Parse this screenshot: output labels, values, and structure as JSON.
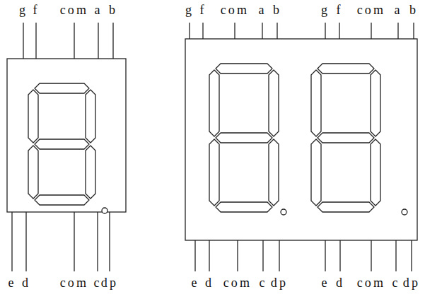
{
  "diagram": {
    "labels": [
      "g",
      "f",
      "com",
      "a",
      "b",
      "g",
      "f",
      "com",
      "a",
      "b",
      "g",
      "f",
      "com",
      "a",
      "b",
      "e",
      "d",
      "com",
      "c",
      "dp",
      "e",
      "d",
      "com",
      "c",
      "dp",
      "e",
      "d",
      "com",
      "c",
      "dp"
    ]
  }
}
